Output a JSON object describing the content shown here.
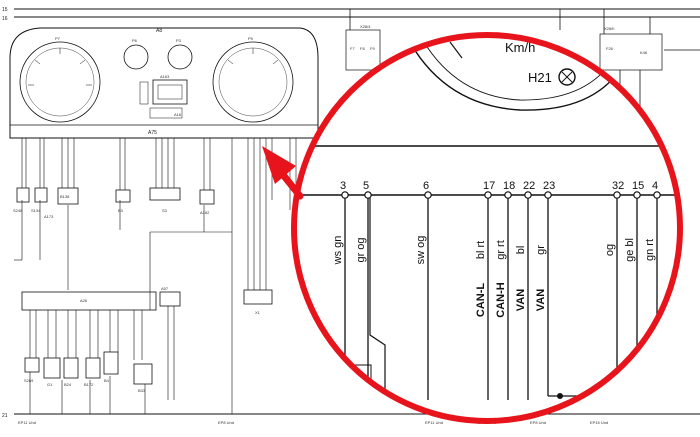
{
  "rails": {
    "top_left": "15",
    "top_left2": "16",
    "bottom_left": "21"
  },
  "cluster": {
    "id": "A8",
    "module_label": "A75",
    "gauges": [
      "P7",
      "P6",
      "P3",
      "P9"
    ],
    "display": "A163",
    "display_sub": "A16"
  },
  "top_right": {
    "relay_a": "X28/4",
    "relay_b": "X28/II",
    "comp_1": "F7",
    "comp_2": "F8",
    "comp_3": "F9",
    "comp_4": "F26",
    "comp_5": "K46"
  },
  "connectors": [
    "S248",
    "S134",
    "A173",
    "B138",
    "B3",
    "S3",
    "A162"
  ],
  "lower": {
    "module": "A26",
    "module_b": "A57",
    "x1": "X1",
    "parts": [
      "S289",
      "G1",
      "B24",
      "B172",
      "B4",
      "B33"
    ]
  },
  "bottom_labels": [
    "EP11 Und",
    "EP8 Und",
    "EP11 Und",
    "EP11 Und",
    "EP8 Und",
    "EP15 Und"
  ],
  "zoom": {
    "gauge_text": "Km/h",
    "gauge_label": "H21",
    "pins": [
      {
        "num": "3",
        "wire": "ws gn",
        "bold": ""
      },
      {
        "num": "5",
        "wire": "gr og",
        "bold": ""
      },
      {
        "num": "6",
        "wire": "sw og",
        "bold": ""
      },
      {
        "num": "17",
        "wire": "bl rt",
        "bold": "CAN-L"
      },
      {
        "num": "18",
        "wire": "gr rt",
        "bold": "CAN-H"
      },
      {
        "num": "22",
        "wire": "bl",
        "bold": "VAN"
      },
      {
        "num": "23",
        "wire": "gr",
        "bold": "VAN"
      },
      {
        "num": "32",
        "wire": "og",
        "bold": ""
      },
      {
        "num": "15",
        "wire": "ge bl",
        "bold": ""
      },
      {
        "num": "4",
        "wire": "gn rt",
        "bold": ""
      }
    ]
  },
  "colors": {
    "ring": "#e8141b",
    "line": "#111111"
  }
}
